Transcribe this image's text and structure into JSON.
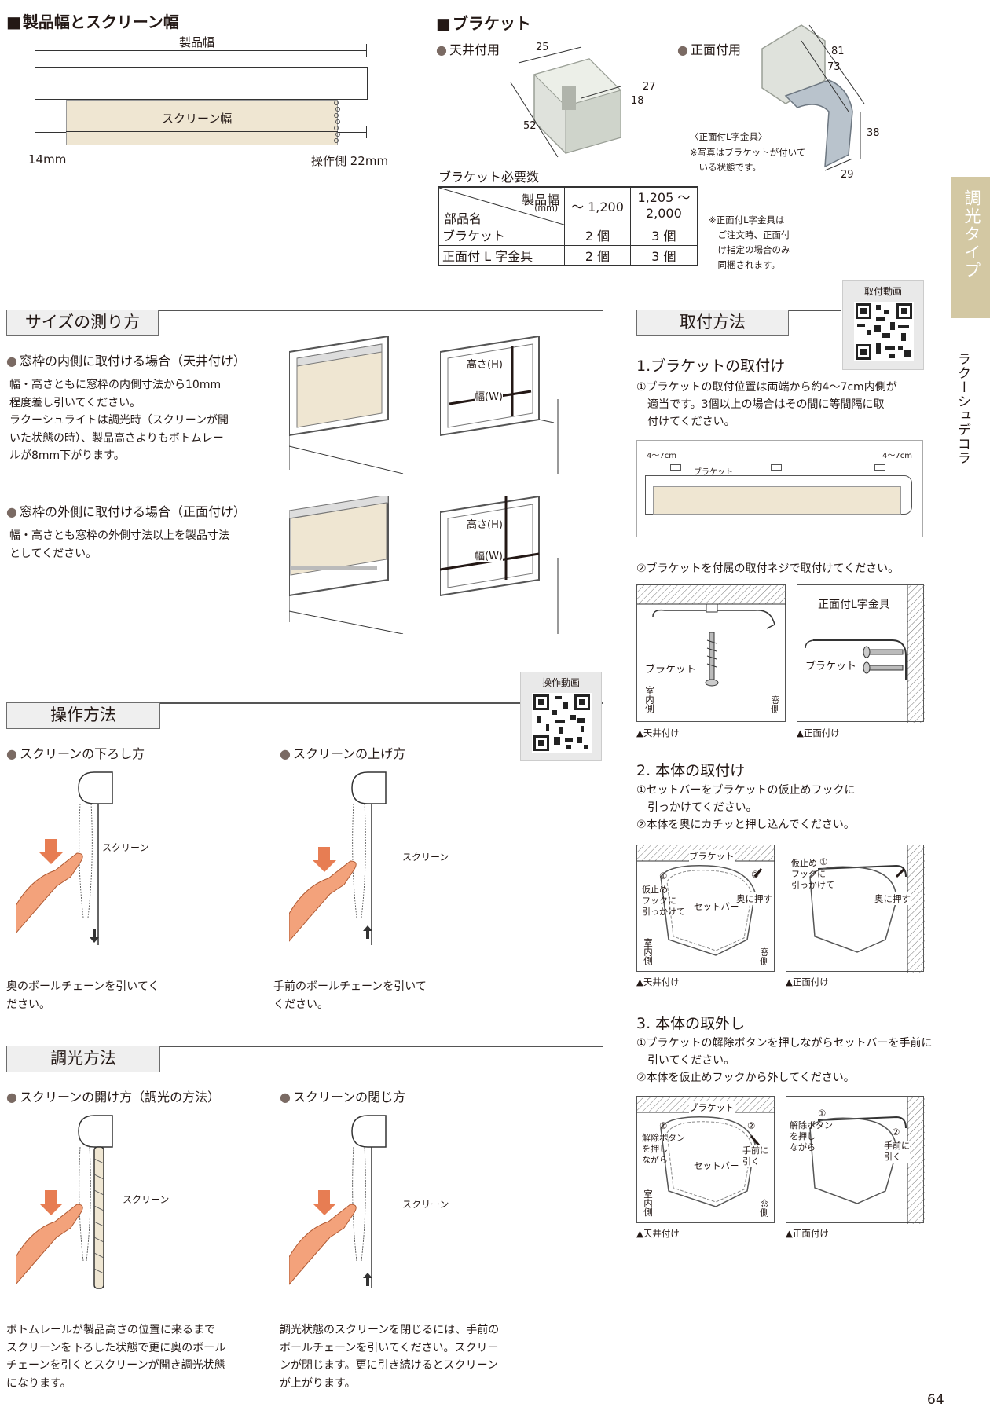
{
  "colors": {
    "accent": "#d3c8a3",
    "screen": "#efe6d2",
    "arrow": "#e77d53",
    "arm": "#f3a27b",
    "header_bg": "#efefef"
  },
  "sidebar": {
    "category": "調光タイプ",
    "product": "ラクーシュデコラ"
  },
  "page_number": "64",
  "width_section": {
    "title": "製品幅とスクリーン幅",
    "product_width": "製品幅",
    "screen_width": "スクリーン幅",
    "left_gap": "14mm",
    "right_gap": "操作側 22mm"
  },
  "bracket_section": {
    "title": "ブラケット",
    "ceiling_label": "天井付用",
    "front_label": "正面付用",
    "ceiling_dims": [
      "25",
      "27",
      "18",
      "52"
    ],
    "front_dims": [
      "81",
      "73",
      "38",
      "29"
    ],
    "front_note": [
      "〈正面付L字金具〉",
      "※写真はブラケットが付いて",
      "　いる状態です。"
    ],
    "table_title": "ブラケット必要数",
    "table": {
      "head_top": "製品幅",
      "head_unit": "(mm)",
      "head_left": "部品名",
      "col1": "～ 1,200",
      "col2a": "1,205 ～",
      "col2b": "2,000",
      "rows": [
        {
          "name": "ブラケット",
          "c1": "2 個",
          "c2": "3 個"
        },
        {
          "name": "正面付 L 字金具",
          "c1": "2 個",
          "c2": "3 個"
        }
      ]
    },
    "table_note": [
      "※正面付L字金具は",
      "　ご注文時、正面付",
      "　け指定の場合のみ",
      "　同梱されます。"
    ]
  },
  "measure": {
    "title": "サイズの測り方",
    "inside_title": "窓枠の内側に取付ける場合（天井付け）",
    "inside_text": "幅・高さともに窓枠の内側寸法から10mm\n程度差し引いてください。\nラクーシュライトは調光時（スクリーンが開\nいた状態の時）、製品高さよりもボトムレー\nルが8mm下がります。",
    "outside_title": "窓枠の外側に取付ける場合（正面付け）",
    "outside_text": "幅・高さとも窓枠の外側寸法以上を製品寸法\nとしてください。",
    "height": "高さ(H)",
    "width": "幅(W)"
  },
  "install": {
    "title": "取付方法",
    "qr_label": "取付動画",
    "step1_title": "1.ブラケットの取付け",
    "step1_text": "①ブラケットの取付位置は両端から約4～7cm内側が\n　適当です。3個以上の場合はその間に等間隔に取\n　付けてください。",
    "gap": "4～7cm",
    "bracket": "ブラケット",
    "step1_text2": "②ブラケットを付属の取付ネジで取付けてください。",
    "lbracket": "正面付L字金具",
    "indoor": "室内側",
    "window": "窓側",
    "ceiling_cap": "▲天井付け",
    "front_cap": "▲正面付け",
    "step2_title": "2. 本体の取付け",
    "step2_text": "①セットバーをブラケットの仮止めフックに\n　引っかけてください。\n②本体を奥にカチッと押し込んでください。",
    "hook": "仮止め\nフックに\n引っかけて",
    "setbar": "セットバー",
    "pushin": "奥に押す",
    "step3_title": "3. 本体の取外し",
    "step3_text": "①ブラケットの解除ボタンを押しながらセットバーを手前に\n　引いてください。\n②本体を仮止めフックから外してください。",
    "release": "解除ボタン\nを押し\nながら",
    "pull": "手前に\n引く",
    "n1": "①",
    "n2": "②"
  },
  "operation": {
    "title": "操作方法",
    "qr_label": "操作動画",
    "lower_title": "スクリーンの下ろし方",
    "raise_title": "スクリーンの上げ方",
    "screen": "スクリーン",
    "lower_text": "奥のボールチェーンを引いてく\nださい。",
    "raise_text": "手前のボールチェーンを引いて\nください。"
  },
  "light": {
    "title": "調光方法",
    "open_title": "スクリーンの開け方（調光の方法）",
    "close_title": "スクリーンの閉じ方",
    "open_text": "ボトムレールが製品高さの位置に来るまで\nスクリーンを下ろした状態で更に奥のボール\nチェーンを引くとスクリーンが開き調光状態\nになります。",
    "close_text": "調光状態のスクリーンを閉じるには、手前の\nボールチェーンを引いてください。スクリー\nンが閉じます。更に引き続けるとスクリーン\nが上がります。"
  }
}
